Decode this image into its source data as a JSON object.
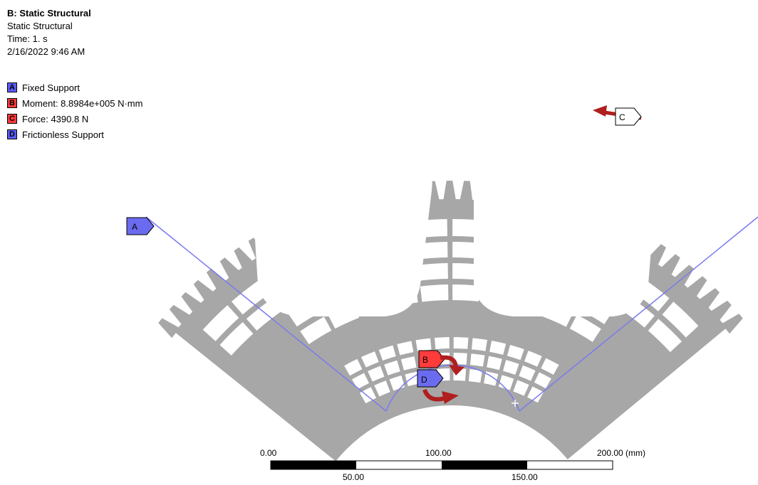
{
  "header": {
    "title": "B: Static Structural",
    "subtitle": "Static Structural",
    "time": "Time: 1. s",
    "date": "2/16/2022 9:46 AM"
  },
  "legend": [
    {
      "key": "A",
      "label": "Fixed Support",
      "color": "#5b5bff"
    },
    {
      "key": "B",
      "label": "Moment: 8.8984e+005 N·mm",
      "color": "#ff3b3b"
    },
    {
      "key": "C",
      "label": "Force: 4390.8 N",
      "color": "#ff3b3b"
    },
    {
      "key": "D",
      "label": "Frictionless Support",
      "color": "#5b5bff"
    }
  ],
  "scale_bar": {
    "top_labels": [
      "0.00",
      "100.00",
      "200.00 (mm)"
    ],
    "bottom_labels": [
      "50.00",
      "150.00"
    ]
  },
  "colors": {
    "part": "#a7a7a7",
    "support_tag": "#6b6bf0",
    "load_tag": "#ff3b3b",
    "arrow": "#b01e1e"
  }
}
